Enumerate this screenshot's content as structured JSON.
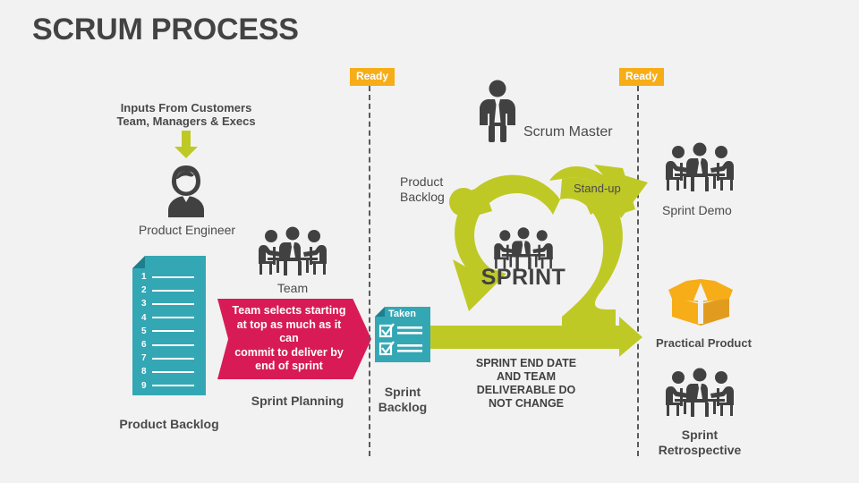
{
  "slide": {
    "title": "SCRUM PROCESS",
    "background_color": "#f2f2f2",
    "colors": {
      "green": "#bfc926",
      "teal": "#34a7b5",
      "teal_dark": "#1e7f8c",
      "crimson": "#d81b56",
      "orange": "#f6ad18",
      "dark_gray": "#414141",
      "text_gray": "#4a4a4a"
    }
  },
  "left_column": {
    "inputs_line1": "Inputs From Customers",
    "inputs_line2": "Team, Managers & Execs",
    "product_engineer_label": "Product Engineer",
    "product_backlog_label": "Product Backlog",
    "backlog_items": [
      "1",
      "2",
      "3",
      "4",
      "5",
      "6",
      "7",
      "8",
      "9"
    ],
    "team_label": "Team",
    "sprint_planning_text": "Team selects starting at top as much as it can\ncommit to deliver by end of sprint",
    "sprint_planning_lines": [
      "Team selects starting",
      "at top as much as it",
      "can",
      "commit to deliver by",
      "end of sprint"
    ],
    "sprint_planning_label": "Sprint Planning"
  },
  "dividers": {
    "left_ready_badge": "Ready",
    "right_ready_badge": "Ready"
  },
  "center_column": {
    "scrum_master_label": "Scrum Master",
    "product_backlog_label_line1": "Product",
    "product_backlog_label_line2": "Backlog",
    "standup_label": "Stand-up",
    "sprint_word": "SPRINT",
    "sprint_backlog_taken": "Taken",
    "sprint_backlog_label_line1": "Sprint",
    "sprint_backlog_label_line2": "Backlog",
    "sprint_end_lines": [
      "SPRINT END DATE",
      "AND TEAM",
      "DELIVERABLE DO",
      "NOT CHANGE"
    ]
  },
  "right_column": {
    "sprint_demo_label": "Sprint Demo",
    "practical_product_label": "Practical Product",
    "sprint_retrospective_line1": "Sprint",
    "sprint_retrospective_line2": "Retrospective"
  }
}
